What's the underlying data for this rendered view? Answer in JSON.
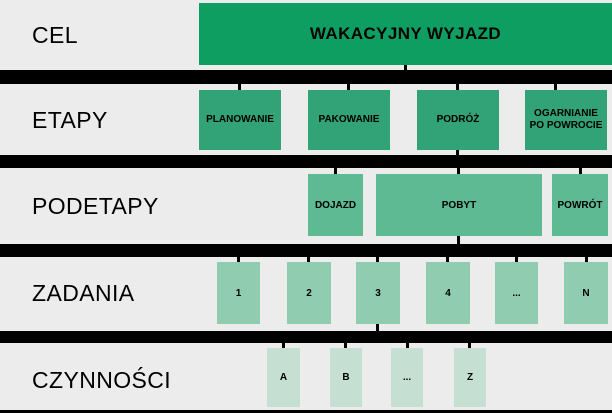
{
  "diagram": {
    "title_box": "WAKACYJNY WYJAZD",
    "rows": [
      {
        "label": "CEL"
      },
      {
        "label": "ETAPY"
      },
      {
        "label": "PODETAPY"
      },
      {
        "label": "ZADANIA"
      },
      {
        "label": "CZYNNOŚCI"
      }
    ],
    "etapy": [
      "PLANOWANIE",
      "PAKOWANIE",
      "PODRÓŻ",
      "OGARNIANIE PO POWROCIE"
    ],
    "podetapy": [
      "DOJAZD",
      "POBYT",
      "POWRÓT"
    ],
    "zadania": [
      "1",
      "2",
      "3",
      "4",
      "...",
      "N"
    ],
    "czynnosci": [
      "A",
      "B",
      "...",
      "Z"
    ],
    "colors": {
      "background": "#ebeceb",
      "divider": "#000000",
      "goal_box": "#0f9e62",
      "etapy_box": "#32a376",
      "podetapy_box": "#5dba93",
      "zadania_box": "#8fccb0",
      "czynnosci_box": "#c5e0d3",
      "text": "#000000"
    }
  }
}
